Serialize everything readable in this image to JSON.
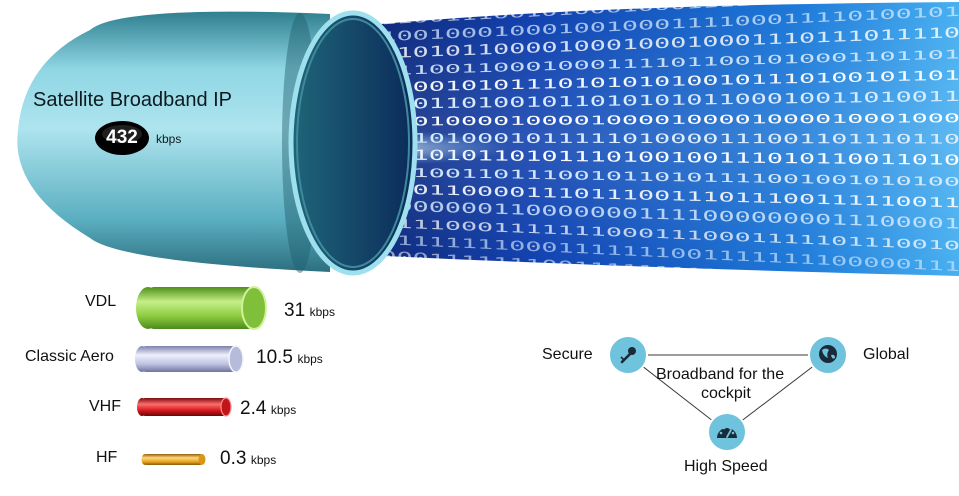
{
  "hero": {
    "title": "Satellite Broadband IP",
    "speed": "432",
    "unit": "kbps"
  },
  "links": [
    {
      "name": "VDL",
      "value": "31",
      "unit": "kbps",
      "color": "#9bd25a"
    },
    {
      "name": "Classic Aero",
      "value": "10.5",
      "unit": "kbps",
      "color": "#c4c8e6"
    },
    {
      "name": "VHF",
      "value": "2.4",
      "unit": "kbps",
      "color": "#d0171b"
    },
    {
      "name": "HF",
      "value": "0.3",
      "unit": "kbps",
      "color": "#e9a520"
    }
  ],
  "benefits": {
    "center_line1": "Broadband for the",
    "center_line2": "cockpit",
    "secure": "Secure",
    "global": "Global",
    "high_speed": "High Speed",
    "node_color": "#6fc3dd"
  },
  "binary_rows": [
    "10010110011100101000100011110110011001011",
    "00100100100010001001000111100011110100101",
    "10000110101100001000100010001110111011110",
    "01001011001100010001111011001010001101101",
    "11010010010101110101010100101110100101101",
    "01011010110100101101010101100010011010011",
    "00010000100001000010000100001000010001000",
    "11101111010001011111010000111001101110110",
    "01101001010110101110100100111010110011010",
    "10101101001101110010110101111001001010100",
    "00011100110000111011100111011100111110011",
    "11000000000011000000011110000000011100001",
    "01110011100011111110001110001111101110010",
    "11001111111110001111111001111111100000111",
    "11111000111111100111111111111111110011111"
  ]
}
